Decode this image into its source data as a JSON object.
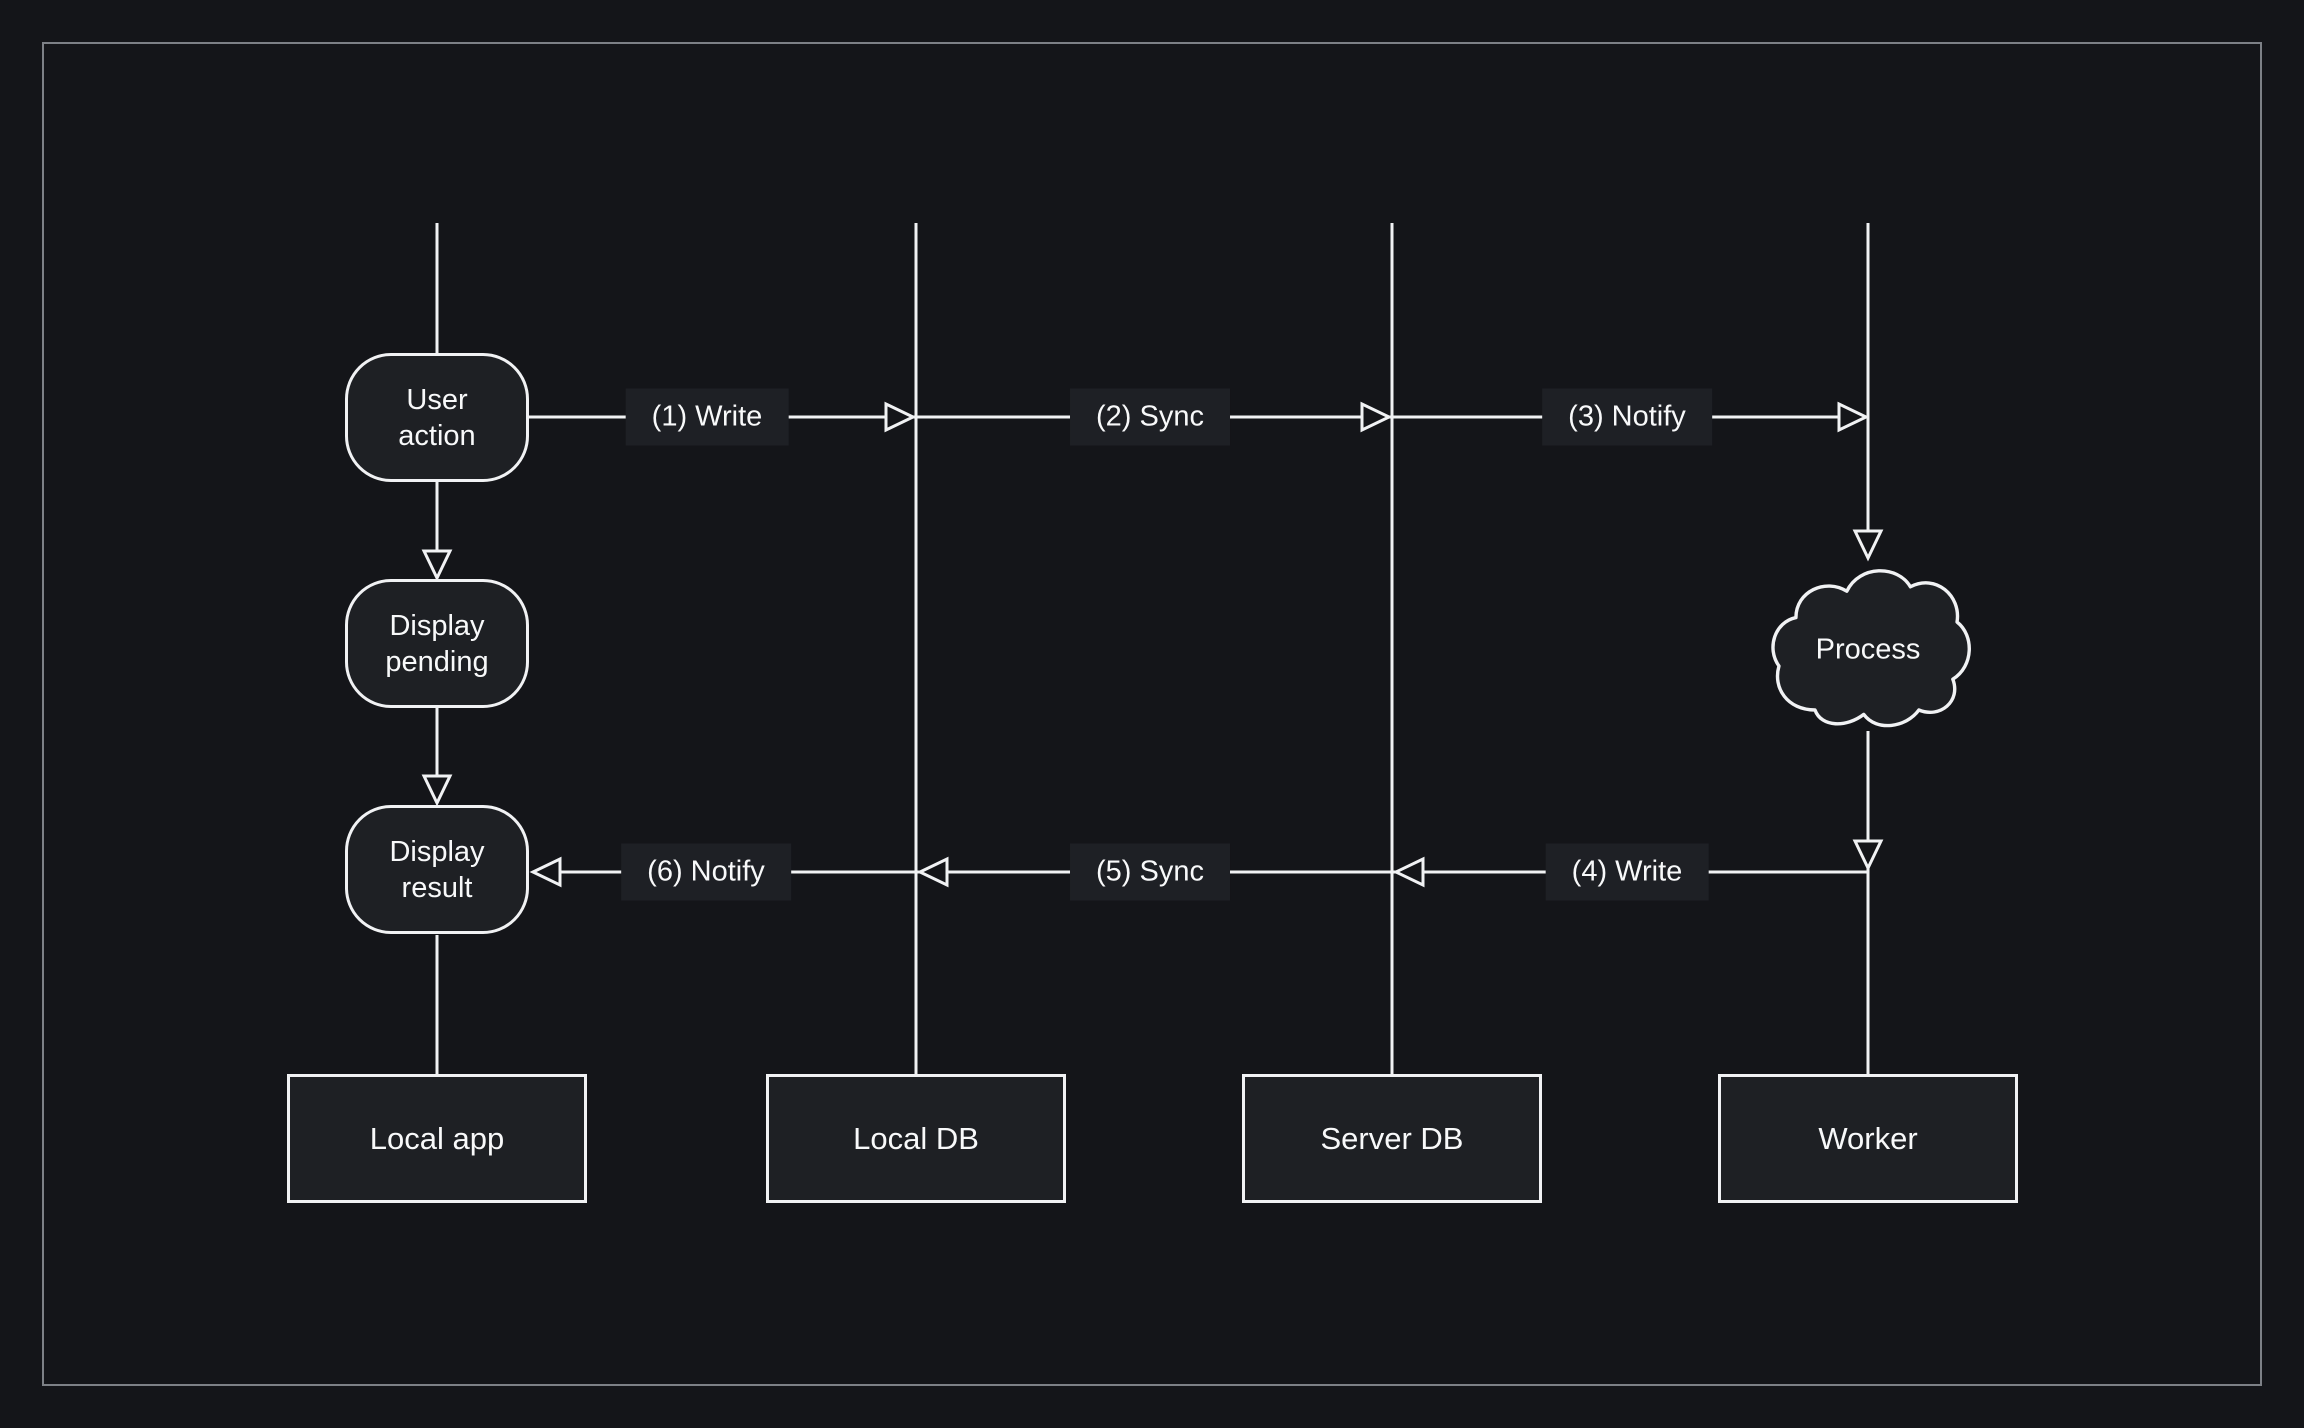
{
  "colors": {
    "background": "#141519",
    "frame_border": "#7d8086",
    "line": "#f1f2f4",
    "node_fill": "#1e2024",
    "label_chip_bg": "#1e2025",
    "text": "#f8f9fa"
  },
  "flow_nodes": [
    {
      "id": "user-action",
      "label": "User action",
      "shape": "rounded-rect",
      "lane": "Local app"
    },
    {
      "id": "display-pending",
      "label": "Display pending",
      "shape": "rounded-rect",
      "lane": "Local app"
    },
    {
      "id": "display-result",
      "label": "Display result",
      "shape": "rounded-rect",
      "lane": "Local app"
    },
    {
      "id": "process",
      "label": "Process",
      "shape": "cloud",
      "lane": "Worker"
    }
  ],
  "lanes": [
    {
      "label": "Local app"
    },
    {
      "label": "Local DB"
    },
    {
      "label": "Server DB"
    },
    {
      "label": "Worker"
    }
  ],
  "messages": [
    {
      "seq": "1",
      "label": "(1) Write",
      "from": "Local app",
      "to": "Local DB",
      "direction": "right"
    },
    {
      "seq": "2",
      "label": "(2) Sync",
      "from": "Local DB",
      "to": "Server DB",
      "direction": "right"
    },
    {
      "seq": "3",
      "label": "(3) Notify",
      "from": "Server DB",
      "to": "Worker",
      "direction": "right"
    },
    {
      "seq": "4",
      "label": "(4) Write",
      "from": "Worker",
      "to": "Server DB",
      "direction": "left"
    },
    {
      "seq": "5",
      "label": "(5) Sync",
      "from": "Server DB",
      "to": "Local DB",
      "direction": "left"
    },
    {
      "seq": "6",
      "label": "(6) Notify",
      "from": "Local DB",
      "to": "Local app",
      "direction": "left"
    }
  ]
}
